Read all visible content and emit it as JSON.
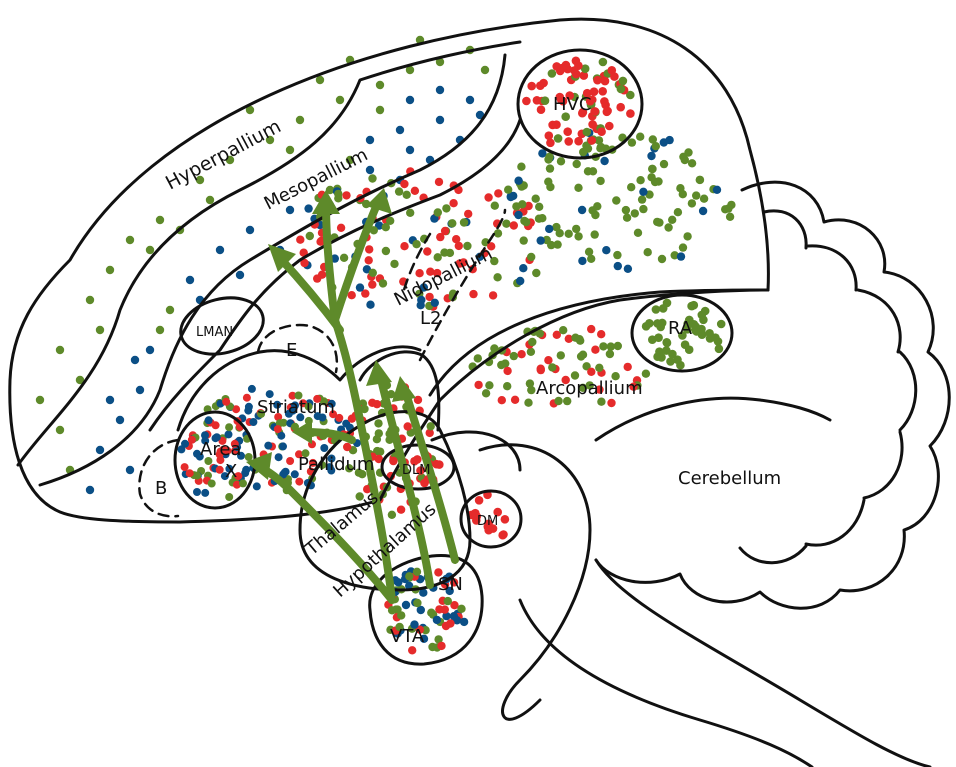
{
  "colors": {
    "outline": "#111111",
    "green": "#5e8a2a",
    "blue": "#0b4f86",
    "red": "#e52b2b",
    "arrow": "#5e8a2a",
    "background": "#ffffff"
  },
  "labels": {
    "hyperpallium": "Hyperpallium",
    "mesopallium": "Mesopallium",
    "nidopallium": "Nidopallium",
    "hvc": "HVC",
    "lman": "LMAN",
    "e": "E",
    "l2": "L2",
    "ra": "RA",
    "arcopallium": "Arcopallium",
    "striatum": "Striatum",
    "area_x_line1": "Area",
    "area_x_line2": "X",
    "pallidum": "Pallidum",
    "dlm": "DLM",
    "b": "B",
    "thalamus": "Thalamus",
    "hypothalamus": "Hypothalamus",
    "dm": "DM",
    "sn": "SN",
    "vta": "VTA",
    "cerebellum": "Cerebellum"
  }
}
